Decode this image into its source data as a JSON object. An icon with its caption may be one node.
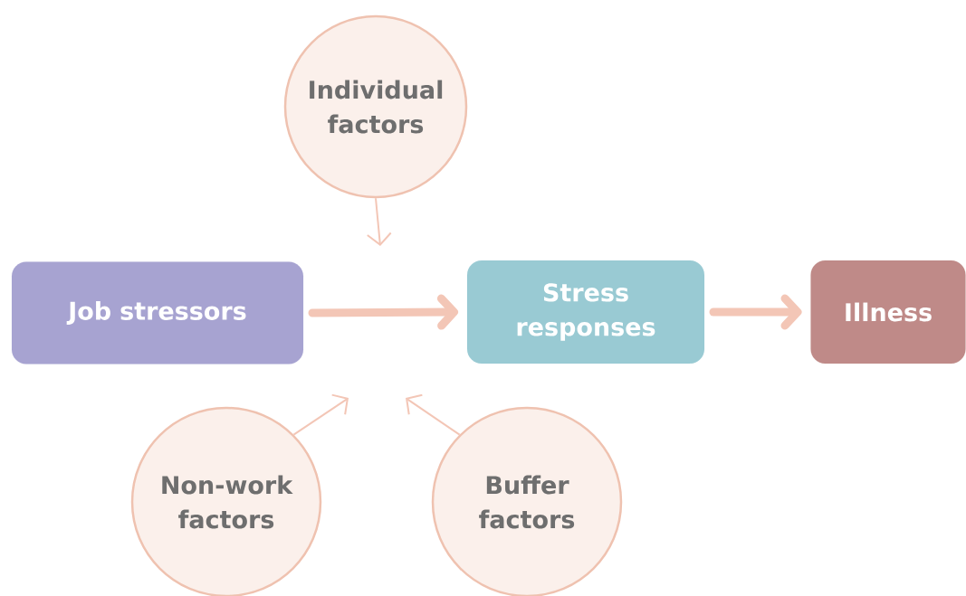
{
  "diagram": {
    "nodes": [
      {
        "text": [
          "Individual factors"
        ]
      },
      {
        "text": [
          "Job stressors"
        ]
      },
      {
        "text": [
          "Stress responses"
        ]
      },
      {
        "text": [
          "Illness"
        ]
      },
      {
        "text": [
          "Non-work factors"
        ]
      },
      {
        "text": [
          "Buffer factors"
        ]
      }
    ],
    "edges": [
      {
        "from": 0,
        "to": null,
        "arrow": "to"
      },
      {
        "from": 1,
        "to": 2,
        "arrow": "to",
        "style": "thick"
      },
      {
        "from": 2,
        "to": 3,
        "arrow": "to",
        "style": "thick"
      },
      {
        "from": 4,
        "to": null,
        "arrow": "to"
      },
      {
        "from": 5,
        "to": null,
        "arrow": "to"
      }
    ]
  }
}
